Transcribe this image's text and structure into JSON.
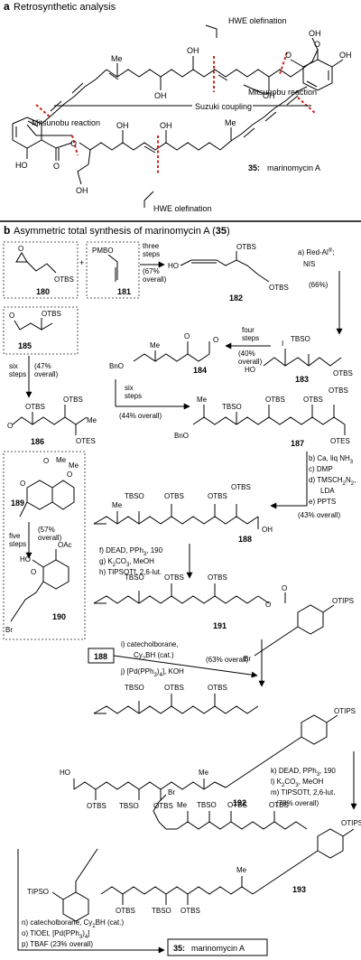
{
  "panel_a": {
    "letter": "a",
    "heading": "Retrosynthetic analysis",
    "callouts": [
      "HWE olefination",
      "Mitsunobu reaction",
      "Suzuki coupling",
      "Mitsunobu reaction",
      "HWE olefination"
    ],
    "compound": {
      "num": "35:",
      "name": "marinomycin A"
    }
  },
  "panel_b": {
    "letter": "b",
    "heading": "Asymmetric total synthesis of marinomycin A (",
    "heading_num": "35",
    "heading_end": ")",
    "compounds": {
      "c180": "180",
      "c181": "181",
      "c182": "182",
      "c183": "183",
      "c184": "184",
      "c185": "185",
      "c186": "186",
      "c187": "187",
      "c188": "188",
      "c189": "189",
      "c190": "190",
      "c191": "191",
      "c192": "192",
      "c193": "193",
      "c188_box": "188"
    },
    "steps": {
      "s1": "three",
      "s1b": "steps",
      "s1c": "(67%",
      "s1d": "overall)",
      "s2a": "a) Red-Al",
      "s2a_sup": "®",
      "s2a_end": ";",
      "s2b": "NIS",
      "s2c": "(66%)",
      "s3a": "four",
      "s3b": "steps",
      "s3c": "(40%",
      "s3d": "overall)",
      "s4a": "six",
      "s4b": "steps",
      "s4c": "(47%",
      "s4d": "overall)",
      "s5a": "six",
      "s5b": "steps",
      "s5c": "(44% overall)",
      "s6a": "b) Ca, liq NH",
      "s6a_sub": "3",
      "s6b": "c) DMP",
      "s6c": "d) TMSCH",
      "s6c_sub": "2",
      "s6c_end": "N",
      "s6c_sub2": "2",
      "s6c_tail": ",",
      "s6d": "LDA",
      "s6e": "e) PPTS",
      "s6f": "(43% overall)",
      "s7a": "f) DEAD, PPh",
      "s7a_sub": "3",
      "s7a_end": ", 190",
      "s7b": "g) K",
      "s7b_sub": "2",
      "s7b_mid": "CO",
      "s7b_sub2": "3",
      "s7b_end": ", MeOH",
      "s7c": "h) TIPSOTf, 2,6-lut.",
      "s8a": "five",
      "s8b": "steps",
      "s8c": "(57%",
      "s8d": "overall)",
      "s9a": "i)  catecholborane,",
      "s9b": "Cy",
      "s9b_sub": "2",
      "s9b_end": "BH (cat.)",
      "s9c": "j) [Pd(PPh",
      "s9c_sub": "3",
      "s9c_end": ")",
      "s9c_sub2": "4",
      "s9c_tail": "], KOH",
      "s9d": "(63% overall)",
      "s10a": "k) DEAD, PPh",
      "s10a_sub": "3",
      "s10a_end": ", 190",
      "s10b": "l) K",
      "s10b_sub": "2",
      "s10b_mid": "CO",
      "s10b_sub2": "3",
      "s10b_end": ", MeOH",
      "s10c": "m) TIPSOTf, 2,6-lut.",
      "s10d": "(78% overall)",
      "s11a": "n) catecholborane, Cy",
      "s11a_sub": "2",
      "s11a_end": "BH (cat.)",
      "s11b": "o) TlOEt, [Pd(PPh",
      "s11b_sub": "3",
      "s11b_mid": ")",
      "s11b_sub2": "4",
      "s11b_end": "]",
      "s11c": "p) TBAF (23% overall)"
    },
    "final": {
      "num": "35:",
      "name": "marinomycin A"
    }
  },
  "labels": {
    "OTBS": "OTBS",
    "TBSO": "TBSO",
    "TBSO_r": "TBSO",
    "OTES": "OTES",
    "OH": "OH",
    "HO": "HO",
    "Me": "Me",
    "BnO": "BnO",
    "Br": "Br",
    "PMBO": "PMBO",
    "OTIPS": "OTIPS",
    "TIPSO": "TIPSO",
    "OAc": "OAc",
    "O": "O",
    "I": "I",
    "plus": "+"
  }
}
